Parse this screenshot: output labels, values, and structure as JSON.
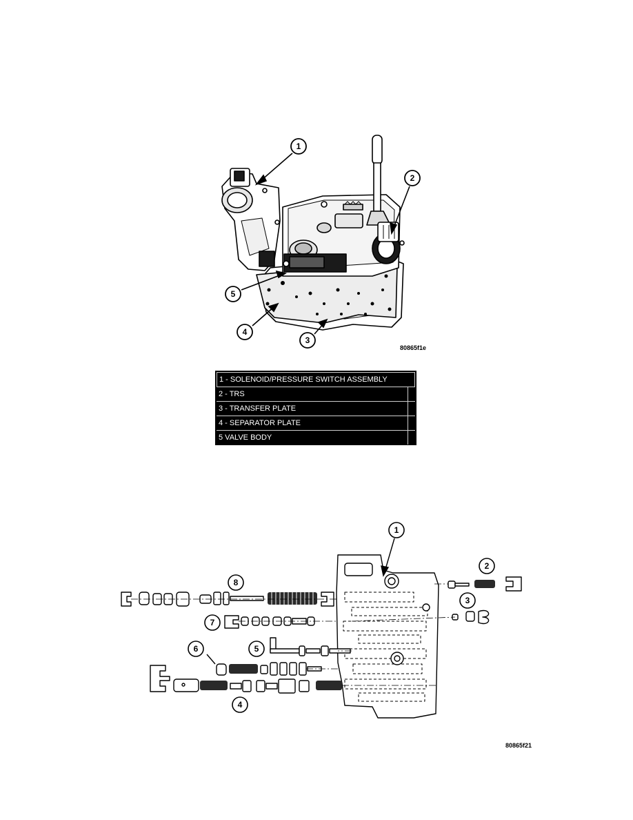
{
  "figure1": {
    "callouts": [
      "1",
      "2",
      "3",
      "4",
      "5"
    ],
    "figure_id": "80865f1e",
    "legend": [
      "1 - SOLENOID/PRESSURE SWITCH ASSEMBLY",
      "2 - TRS",
      "3 - TRANSFER PLATE",
      "4 - SEPARATOR PLATE",
      "5   VALVE BODY"
    ]
  },
  "figure2": {
    "callouts": [
      "1",
      "2",
      "3",
      "4",
      "5",
      "6",
      "7",
      "8"
    ],
    "figure_id": "80865f21"
  }
}
